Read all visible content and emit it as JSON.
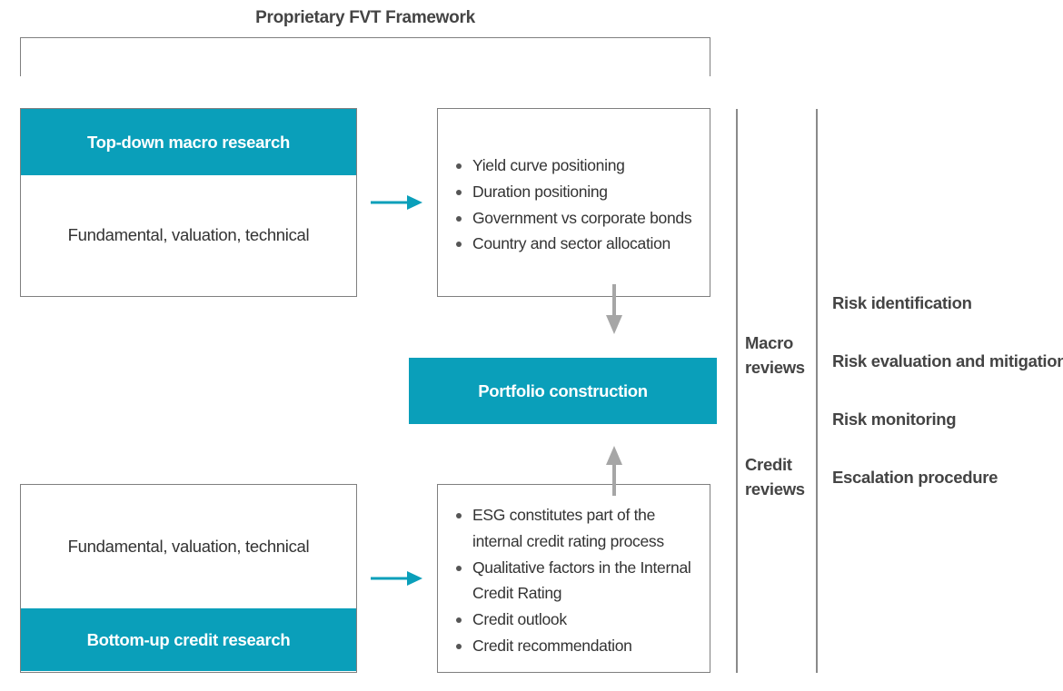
{
  "title": "Proprietary FVT Framework",
  "top_research": {
    "header": "Top-down macro research",
    "body": "Fundamental, valuation, technical"
  },
  "top_outputs": [
    "Yield curve positioning",
    "Duration positioning",
    "Government vs corporate bonds",
    "Country and sector allocation"
  ],
  "portfolio": "Portfolio construction",
  "bottom_research": {
    "body": "Fundamental, valuation, technical",
    "header": "Bottom-up credit research"
  },
  "bottom_outputs": [
    "ESG constitutes part of the internal credit rating process",
    "Qualitative factors in the Internal Credit Rating",
    "Credit outlook",
    "Credit recommendation"
  ],
  "reviews": {
    "macro_line1": "Macro",
    "macro_line2": "reviews",
    "credit_line1": "Credit",
    "credit_line2": "reviews"
  },
  "risk_steps": [
    "Risk identification",
    "Risk evaluation and mitigation",
    "Risk monitoring",
    "Escalation procedure"
  ],
  "colors": {
    "teal": "#0a9fba",
    "border_gray": "#7f7f7f",
    "arrow_gray": "#a6a6a6"
  }
}
